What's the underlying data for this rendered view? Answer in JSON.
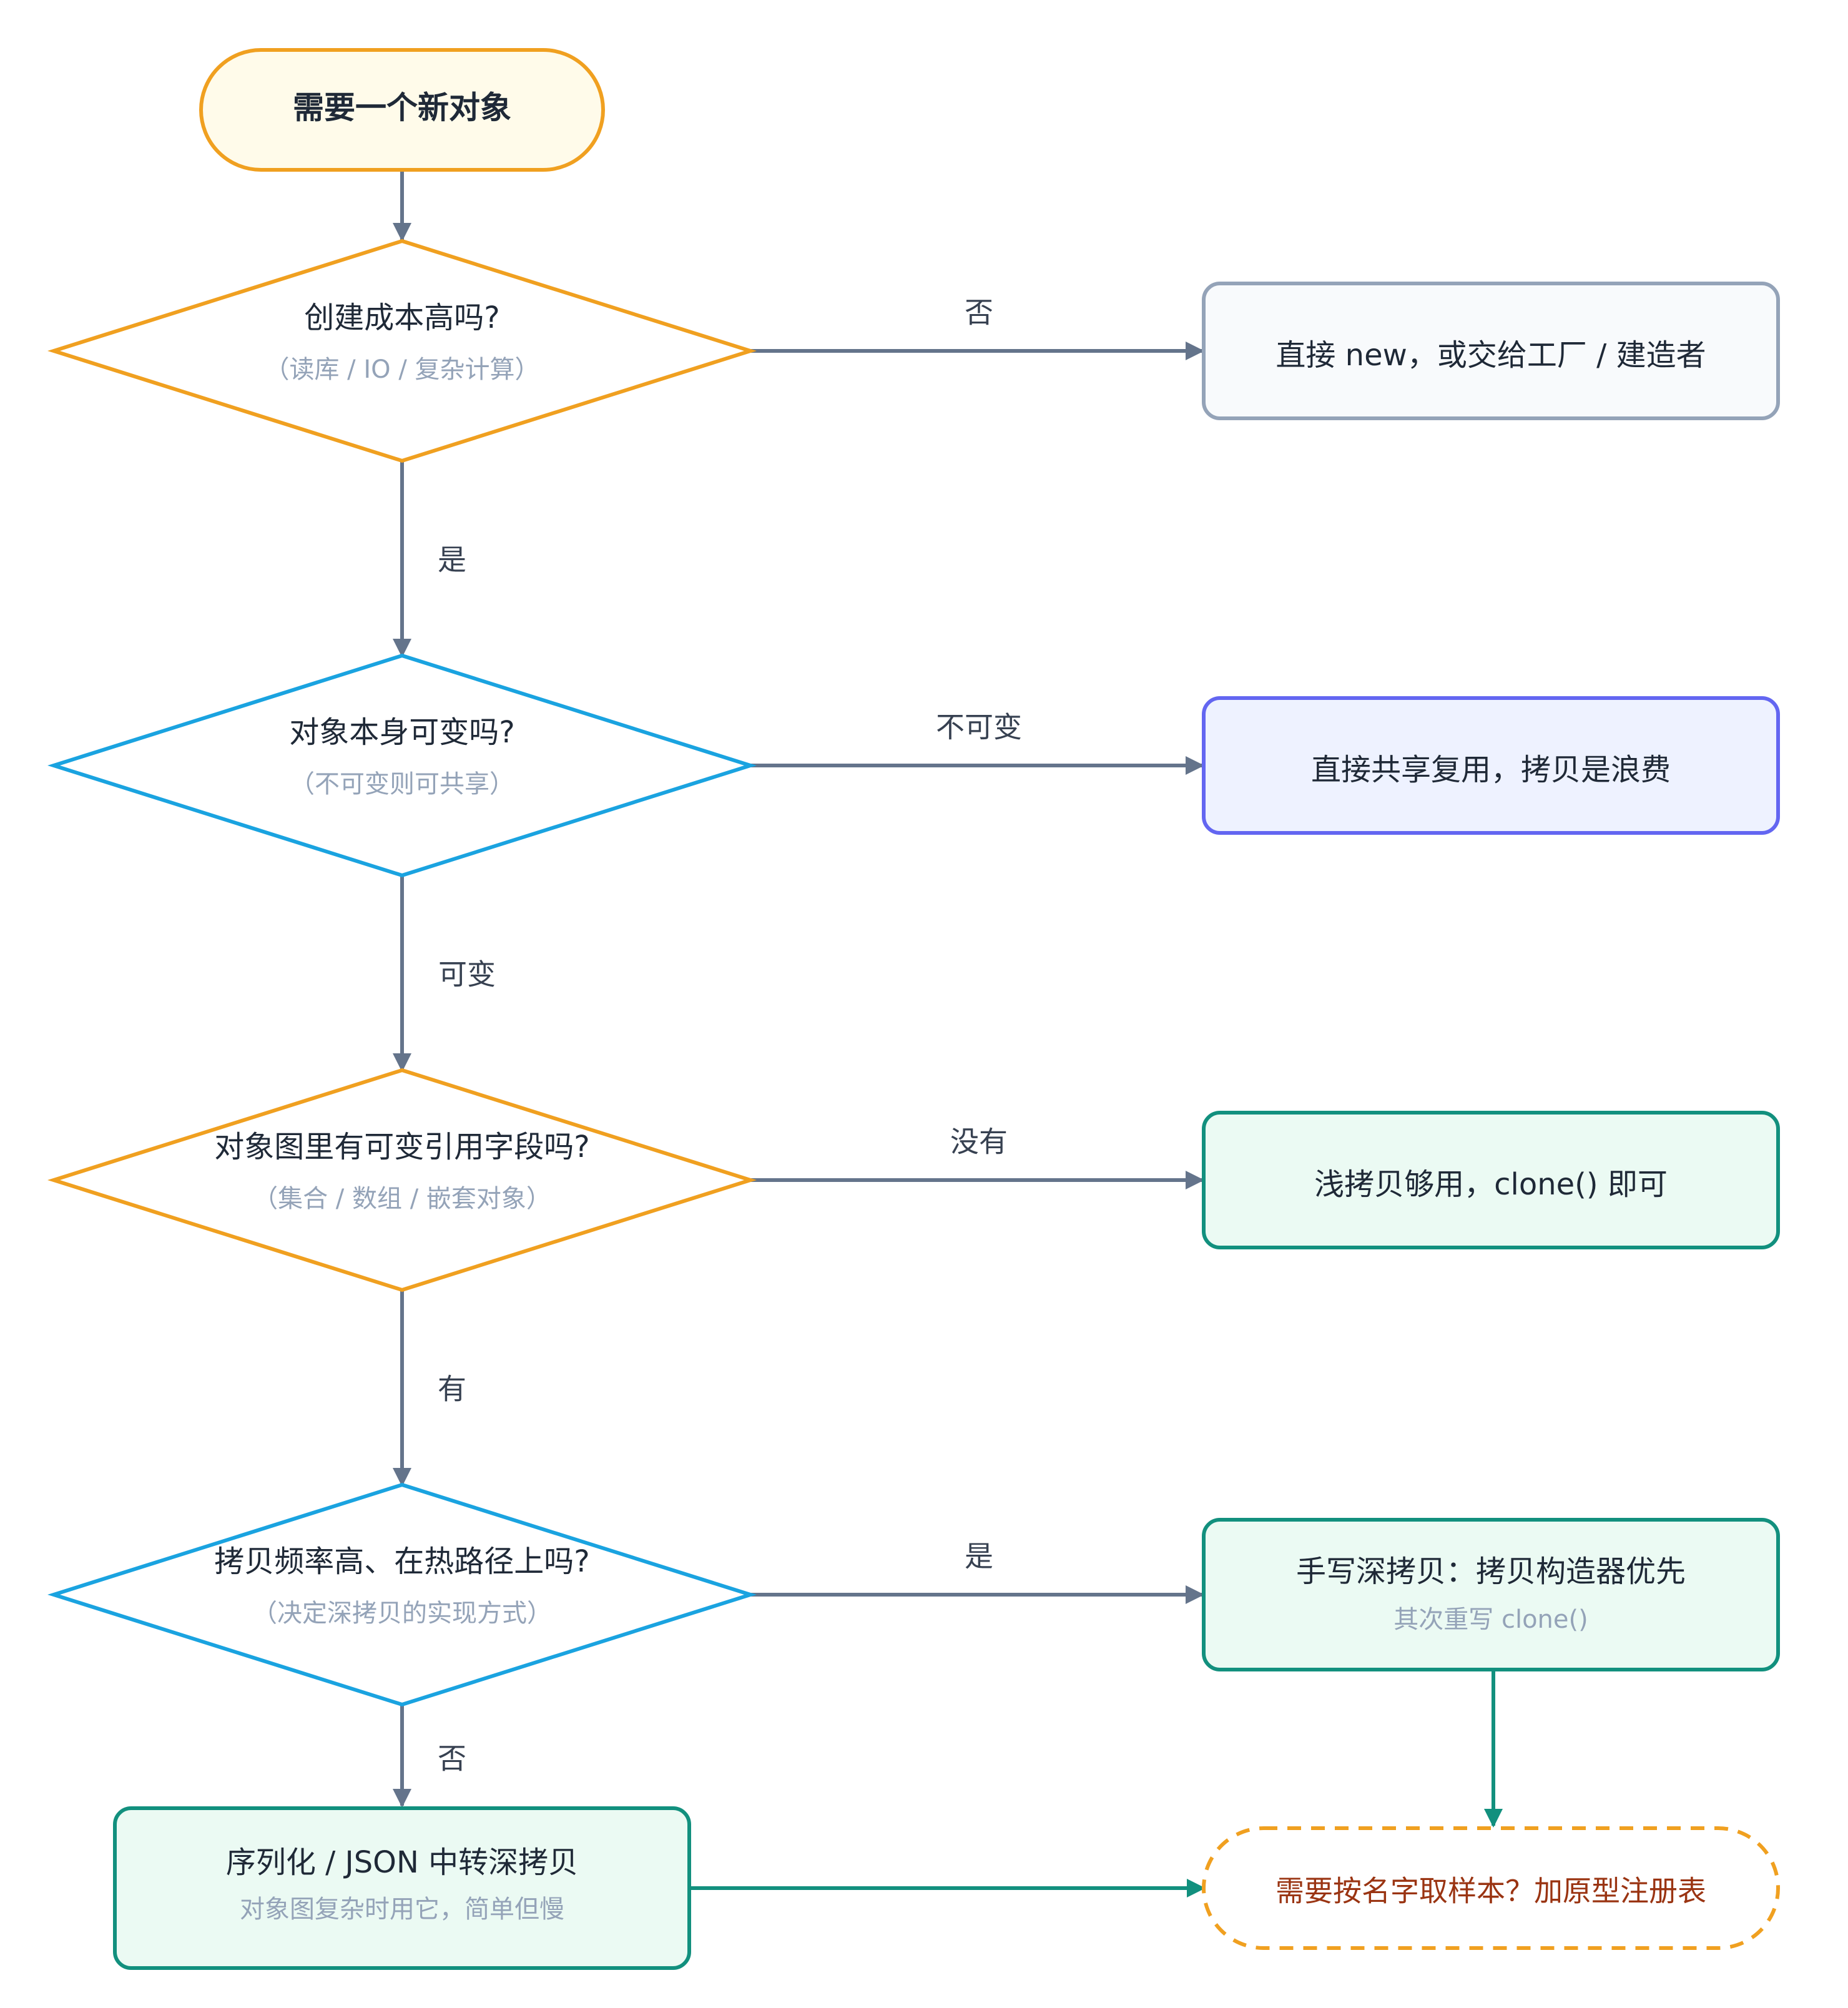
{
  "nodes": {
    "start": {
      "label": "需要一个新对象"
    },
    "d1": {
      "label": "创建成本高吗?",
      "sub": "（读库 / IO / 复杂计算）"
    },
    "d2": {
      "label": "对象本身可变吗?",
      "sub": "（不可变则可共享）"
    },
    "d3": {
      "label": "对象图里有可变引用字段吗?",
      "sub": "（集合 / 数组 / 嵌套对象）"
    },
    "d4": {
      "label": "拷贝频率高、在热路径上吗?",
      "sub": "（决定深拷贝的实现方式）"
    },
    "r1": {
      "label": "直接 new，或交给工厂 / 建造者"
    },
    "r2": {
      "label": "直接共享复用，拷贝是浪费"
    },
    "r3": {
      "label": "浅拷贝够用，clone() 即可"
    },
    "r4": {
      "label": "手写深拷贝：拷贝构造器优先",
      "sub": "其次重写 clone()"
    },
    "r5": {
      "label": "序列化 / JSON 中转深拷贝",
      "sub": "对象图复杂时用它，简单但慢"
    },
    "r6": {
      "label": "需要按名字取样本？加原型注册表"
    }
  },
  "edges": {
    "d1_no": "否",
    "d1_yes": "是",
    "d2_immutable": "不可变",
    "d2_mutable": "可变",
    "d3_none": "没有",
    "d3_has": "有",
    "d4_yes": "是",
    "d4_no": "否"
  },
  "colors": {
    "orange": "#f0a020",
    "blue": "#1aa3e0",
    "slate": "#94a3b8",
    "indigo": "#6366f1",
    "teal": "#12907e",
    "arrow": "#64748b",
    "start_fill": "#fffbea",
    "r1_fill": "#f8fafc",
    "r2_fill": "#eef2ff",
    "green_fill": "#ebfaf3"
  }
}
